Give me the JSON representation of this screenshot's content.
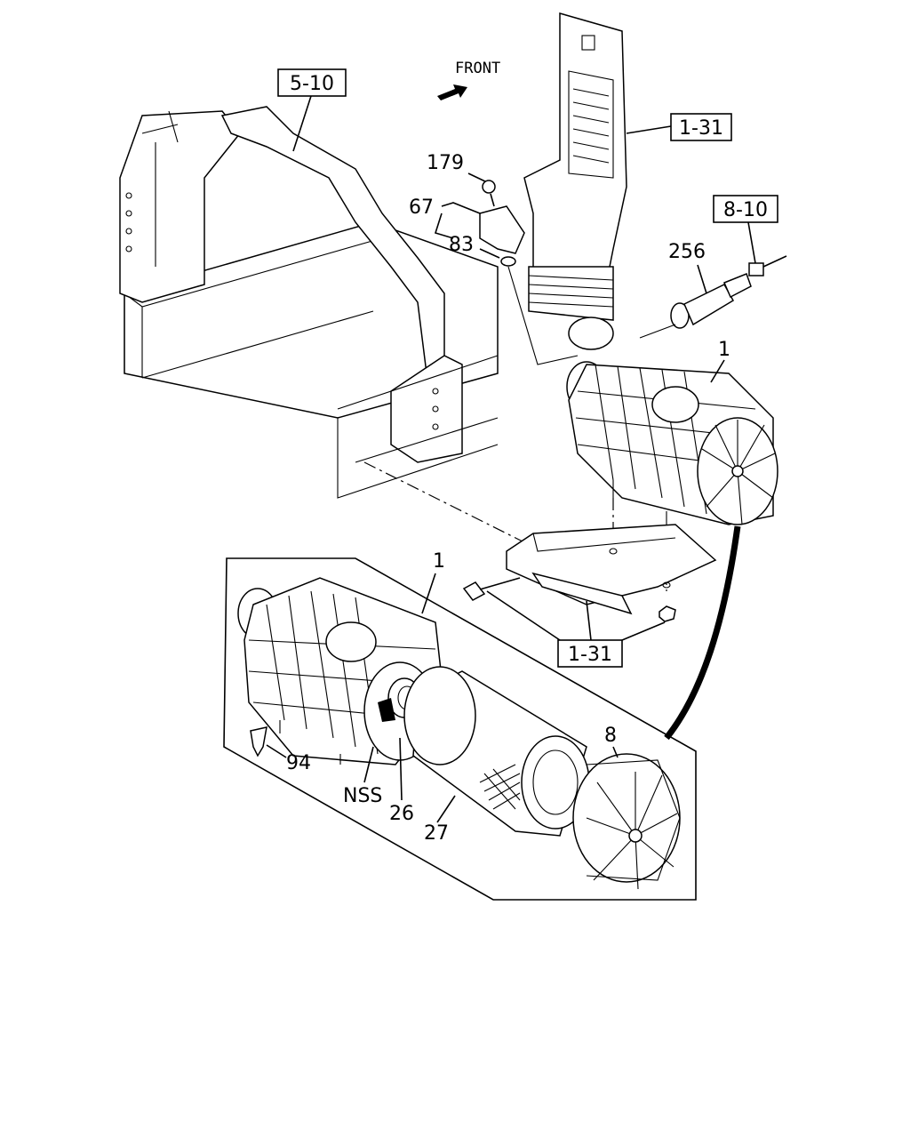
{
  "diagram": {
    "front_label": "FRONT",
    "refs": {
      "ref_5_10": "5-10",
      "ref_1_31_top": "1-31",
      "ref_8_10": "8-10",
      "ref_1_31_bottom": "1-31"
    },
    "callouts": {
      "c179": "179",
      "c67": "67",
      "c83": "83",
      "c256": "256",
      "c1_top": "1",
      "c1_inset": "1",
      "c8": "8",
      "c94": "94",
      "nss": "NSS",
      "c26": "26",
      "c27": "27"
    }
  }
}
